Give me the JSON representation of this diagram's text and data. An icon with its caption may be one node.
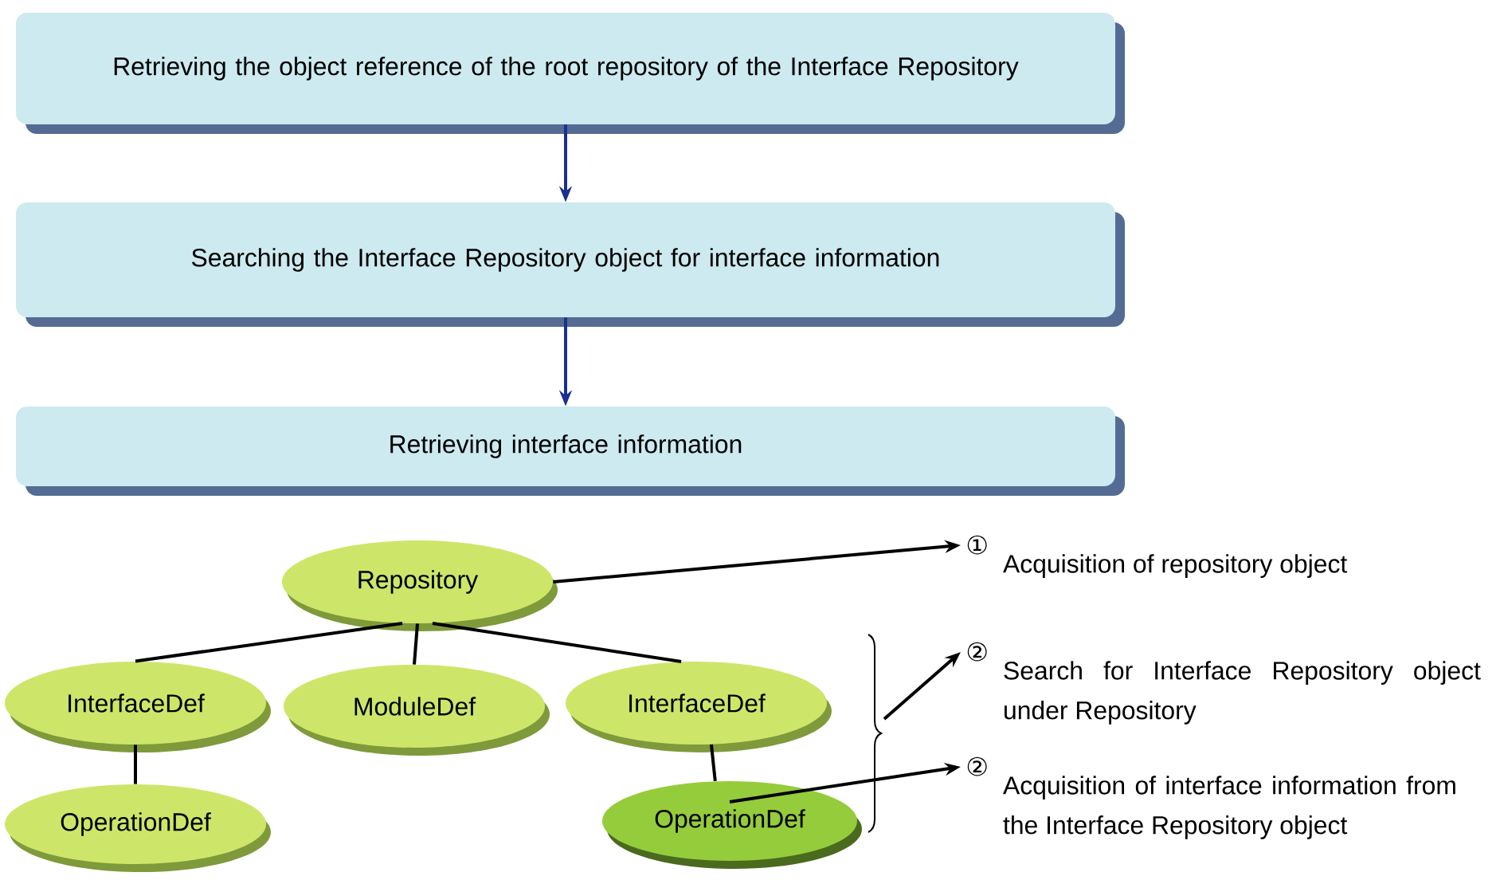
{
  "diagram": {
    "nodes": [
      {
        "text": [
          "Retrieving the object reference of the root repository of the Interface Repository"
        ]
      },
      {
        "text": [
          "Searching the Interface Repository object for interface information"
        ]
      },
      {
        "text": [
          "Retrieving interface information"
        ]
      },
      {
        "text": [
          "Repository"
        ]
      },
      {
        "text": [
          "InterfaceDef"
        ]
      },
      {
        "text": [
          "ModuleDef"
        ]
      },
      {
        "text": [
          "InterfaceDef"
        ]
      },
      {
        "text": [
          "OperationDef"
        ]
      },
      {
        "text": [
          "OperationDef"
        ]
      },
      {
        "text": [
          "①",
          "Acquisition of repository object"
        ]
      },
      {
        "text": [
          "②",
          "Search for Interface Repository object under Repository"
        ]
      },
      {
        "text": [
          "②",
          "Acquisition of interface information from the Interface Repository object"
        ]
      }
    ],
    "edges": [
      {
        "from": 0,
        "to": 1,
        "arrow": "to",
        "color": "#1a3090"
      },
      {
        "from": 1,
        "to": 2,
        "arrow": "to",
        "color": "#1a3090"
      },
      {
        "from": 3,
        "to": 4,
        "arrow": "none"
      },
      {
        "from": 3,
        "to": 5,
        "arrow": "none"
      },
      {
        "from": 3,
        "to": 6,
        "arrow": "none"
      },
      {
        "from": 4,
        "to": 7,
        "arrow": "none"
      },
      {
        "from": 6,
        "to": 8,
        "arrow": "none"
      },
      {
        "from": 3,
        "to": 9,
        "arrow": "to"
      },
      {
        "from": null,
        "to": 10,
        "arrow": "to"
      },
      {
        "from": 8,
        "to": 11,
        "arrow": "to"
      }
    ]
  }
}
